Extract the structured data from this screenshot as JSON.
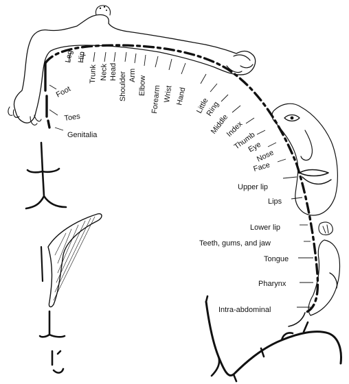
{
  "labels": {
    "leg": "Leg",
    "hip": "Hip",
    "trunk": "Trunk",
    "neck": "Neck",
    "head": "Head",
    "shoulder": "Shoulder",
    "arm": "Arm",
    "elbow": "Elbow",
    "forearm": "Forearm",
    "wrist": "Wrist",
    "hand": "Hand",
    "little": "Little",
    "ring": "Ring",
    "middle": "Middle",
    "index": "Index",
    "thumb": "Thumb",
    "eye": "Eye",
    "nose": "Nose",
    "face": "Face",
    "upper_lip": "Upper lip",
    "lips": "Lips",
    "lower_lip": "Lower lip",
    "teeth": "Teeth, gums, and jaw",
    "tongue": "Tongue",
    "pharynx": "Pharynx",
    "intra_abdominal": "Intra-abdominal",
    "foot": "Foot",
    "toes": "Toes",
    "genitalia": "Genitalia"
  },
  "colors": {
    "ink": "#111111",
    "background": "#ffffff",
    "skin": "#f4f4f4"
  }
}
